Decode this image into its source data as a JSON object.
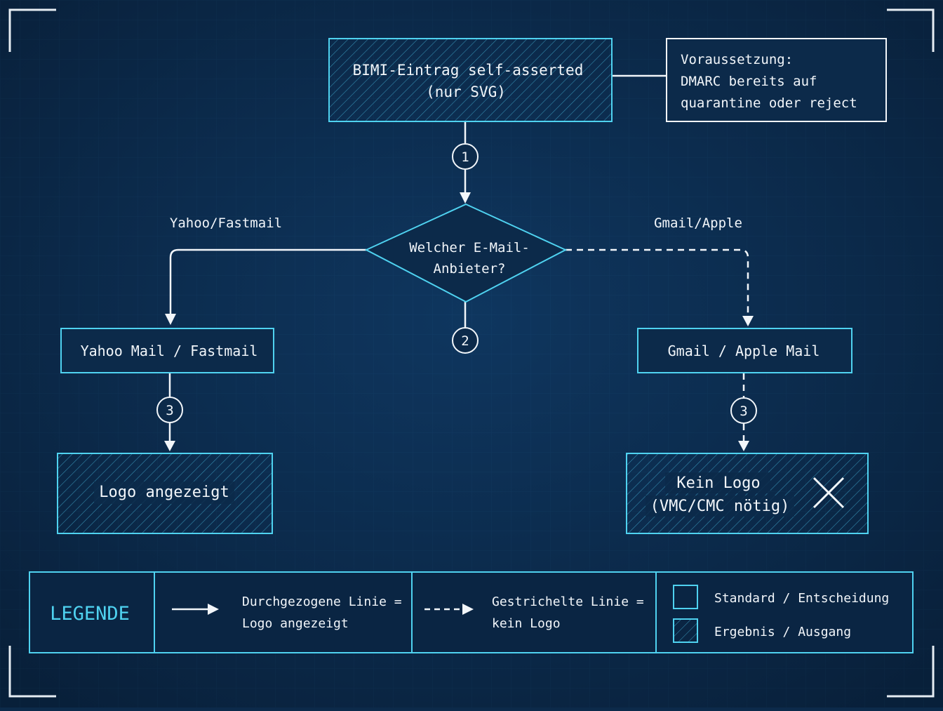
{
  "colors": {
    "background": "#0c2a4a",
    "cyan": "#4fd2f0",
    "white": "#f2f6fa"
  },
  "diagram": {
    "start_box": {
      "line1": "BIMI-Eintrag self-asserted",
      "line2": "(nur SVG)"
    },
    "note_box": {
      "line1": "Voraussetzung:",
      "line2": "DMARC bereits auf",
      "line3": "quarantine oder reject"
    },
    "step1": "1",
    "step2": "2",
    "step3_left": "3",
    "step3_right": "3",
    "decision": {
      "line1": "Welcher E-Mail-",
      "line2": "Anbieter?"
    },
    "branch_left_label": "Yahoo/Fastmail",
    "branch_right_label": "Gmail/Apple",
    "left_provider_box": "Yahoo Mail / Fastmail",
    "right_provider_box": "Gmail / Apple Mail",
    "left_result": "Logo angezeigt",
    "right_result": {
      "line1": "Kein Logo",
      "line2": "(VMC/CMC nötig)",
      "icon": "x-mark-icon"
    }
  },
  "legend": {
    "title": "LEGENDE",
    "solid_line": {
      "line1": "Durchgezogene Linie =",
      "line2": "Logo angezeigt"
    },
    "dashed_line": {
      "line1": "Gestrichelte Linie =",
      "line2": "kein Logo"
    },
    "standard_label": "Standard / Entscheidung",
    "result_label": "Ergebnis / Ausgang"
  }
}
